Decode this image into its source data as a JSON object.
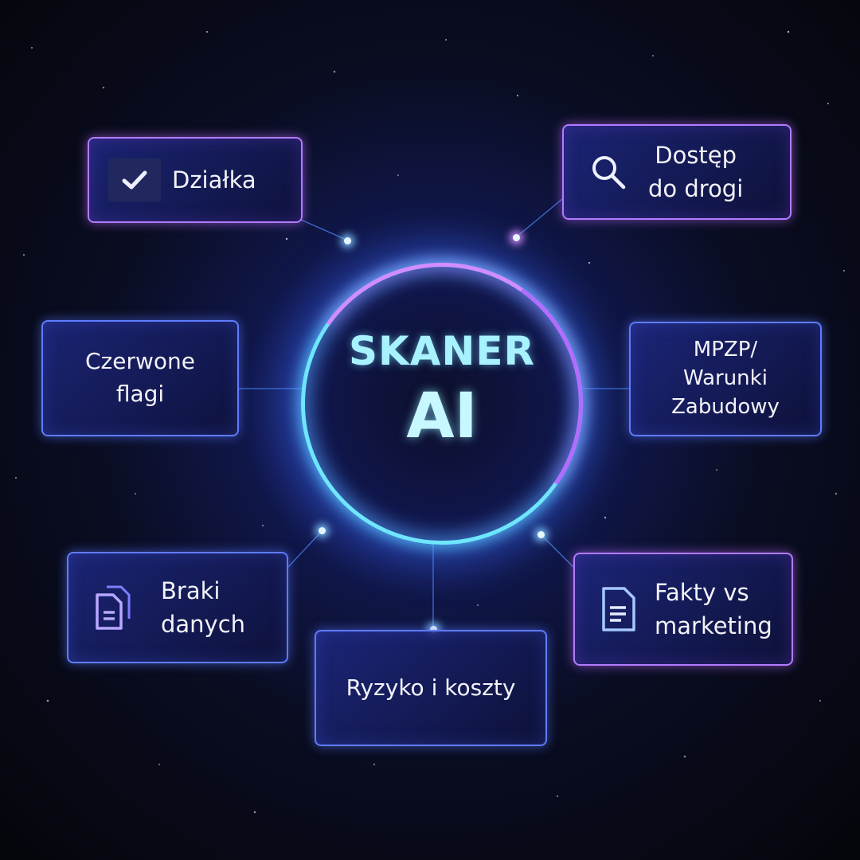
{
  "center": {
    "title": "SKANER",
    "subtitle": "AI"
  },
  "nodes": [
    {
      "id": "dzialka",
      "label": "Działka",
      "icon": "checkmark-icon"
    },
    {
      "id": "dostep",
      "label": "Dostęp\ndo drogi",
      "icon": "search-icon"
    },
    {
      "id": "czerwone",
      "label": "Czerwone\nflagi",
      "icon": ""
    },
    {
      "id": "mpzp",
      "label": "MPZP/\nWarunki\nZabudowy",
      "icon": ""
    },
    {
      "id": "braki",
      "label": "Braki\ndanych",
      "icon": "documents-icon"
    },
    {
      "id": "ryzyko",
      "label": "Ryzyko i koszty",
      "icon": ""
    },
    {
      "id": "fakty",
      "label": "Fakty vs\nmarketing",
      "icon": "document-icon"
    }
  ],
  "colors": {
    "accent_cyan": "#6fe6ff",
    "accent_purple": "#b46bff",
    "card_border": "#5f7cff",
    "background": "#05060c"
  }
}
